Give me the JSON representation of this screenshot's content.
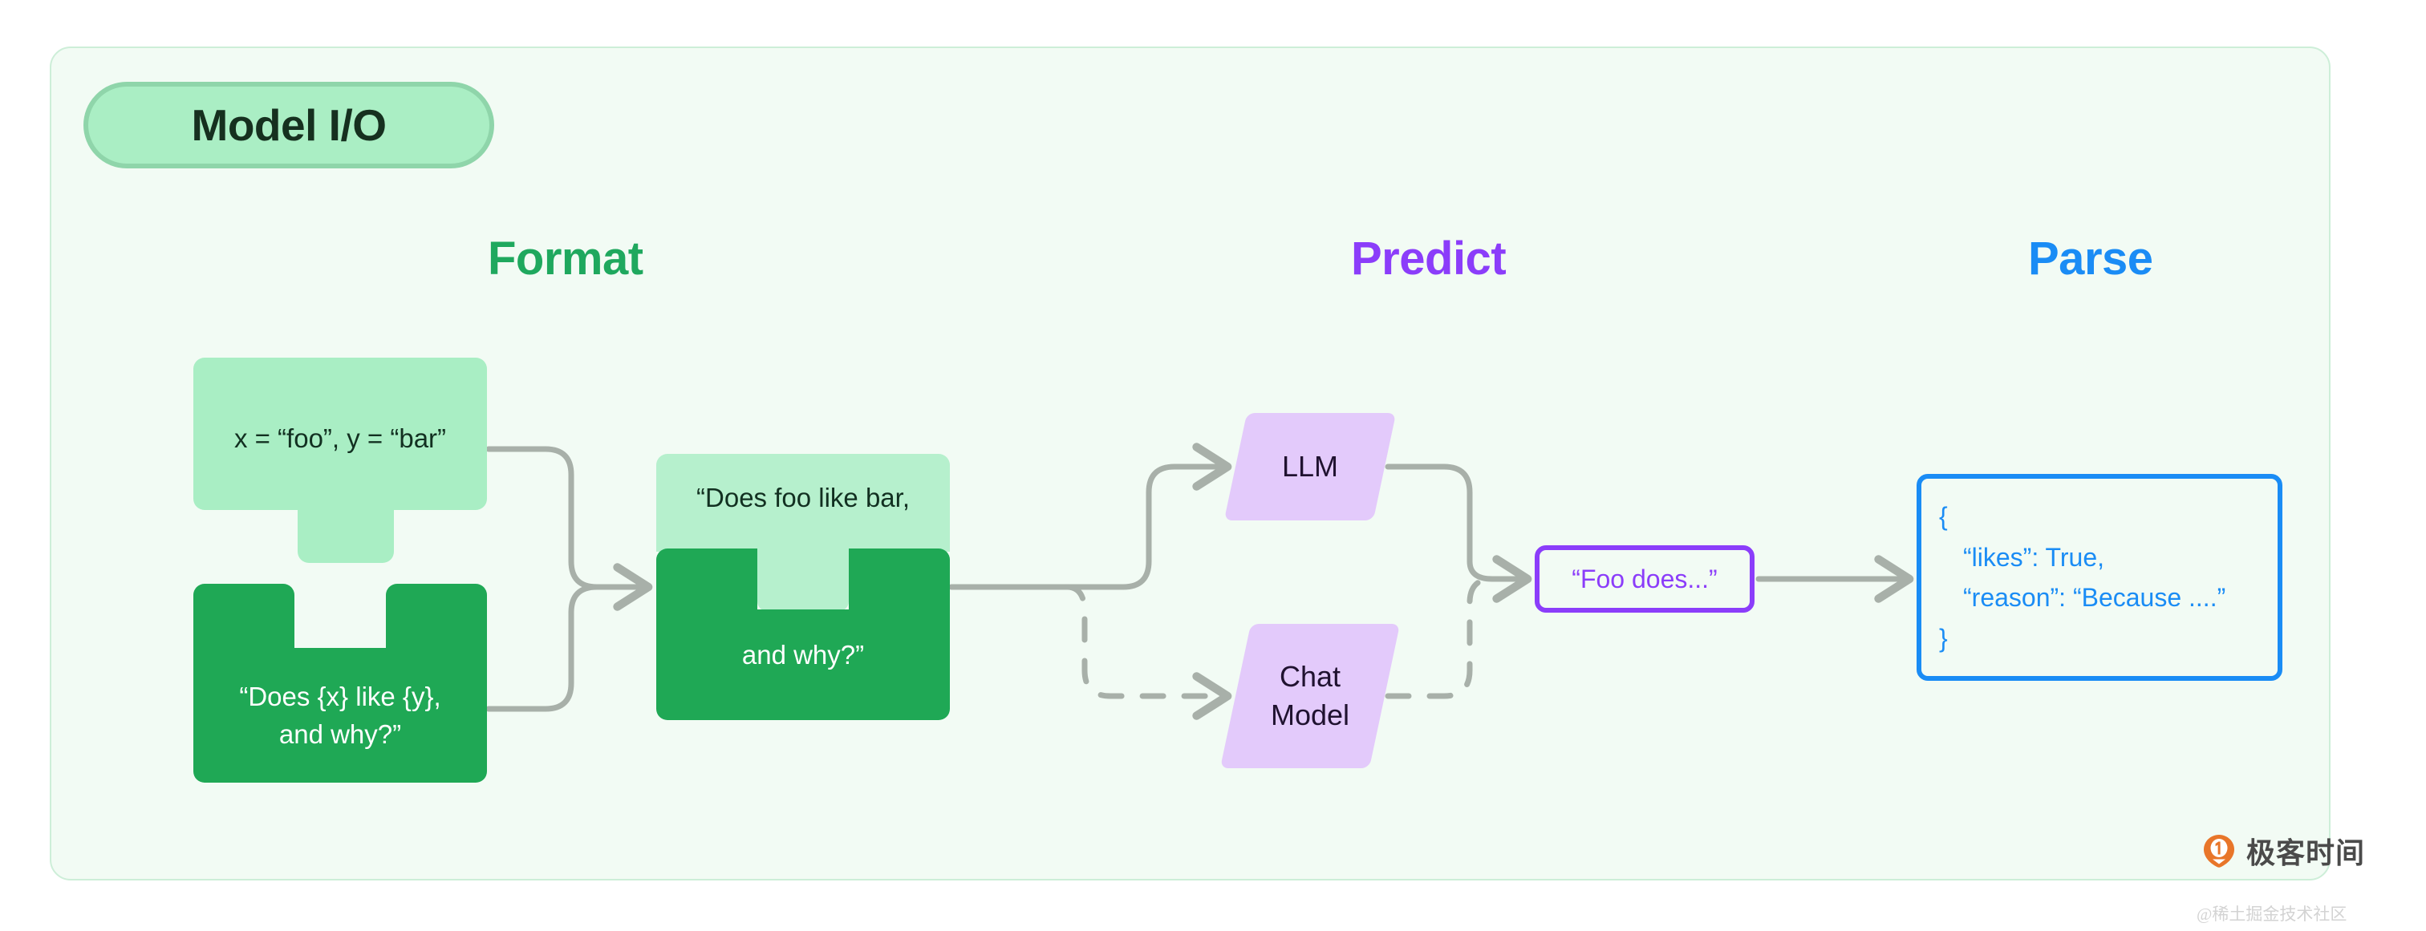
{
  "panel": {
    "title_badge": "Model I/O",
    "background_color": "#f2fbf4",
    "border_color": "#cdeed8"
  },
  "stages": [
    {
      "key": "format",
      "label": "Format",
      "color": "#1fa85e"
    },
    {
      "key": "predict",
      "label": "Predict",
      "color": "#8b3dfa"
    },
    {
      "key": "parse",
      "label": "Parse",
      "color": "#1a8cf5"
    }
  ],
  "format": {
    "values_block": {
      "text": "x = “foo”, y = “bar”",
      "fill": "#a9eec4",
      "text_color": "#123021"
    },
    "template_block": {
      "text": "“Does {x} like {y},\nand why?”",
      "fill": "#1fa855",
      "text_color": "#ffffff"
    },
    "merged_block": {
      "text_top": "“Does foo like bar,",
      "text_bottom": "and why?”",
      "fill_top": "#b6f0cd",
      "fill_bottom": "#1fa855"
    }
  },
  "predict": {
    "models": [
      {
        "key": "llm",
        "label": "LLM",
        "fill": "#e3cafb",
        "edge_style": "solid"
      },
      {
        "key": "chat",
        "label": "Chat\nModel",
        "fill": "#e3cafb",
        "edge_style": "dashed"
      }
    ],
    "response_box": {
      "text": "“Foo does...”",
      "border_color": "#8b3dfa",
      "text_color": "#8b3dfa"
    }
  },
  "parse": {
    "json_box": {
      "border_color": "#1a8cf5",
      "text_color": "#1a8cf5",
      "lines": [
        "{",
        "“likes”: True,",
        "“reason”: “Because ....”",
        "}"
      ]
    }
  },
  "branding": {
    "logo_text": "极客时间",
    "logo_color": "#e8762a",
    "watermark": "@稀土掘金技术社区"
  },
  "connector_color": "#a8b0a9"
}
